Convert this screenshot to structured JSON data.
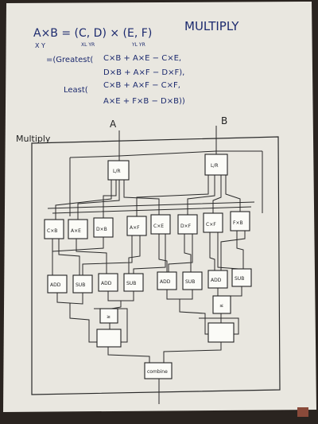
{
  "page_title": "MULTIPLY",
  "equation": {
    "line1": "A×B = (C, D) × (E, F)",
    "vars_under_ab": "X      Y",
    "vars_under_cd": "XL  YR",
    "vars_under_ef": "YL  YR",
    "greatest_open": "=(Greatest(",
    "g_top": "C×B + A×E − C×E,",
    "g_bottom": "D×B + A×F − D×F),",
    "least_open": "Least(",
    "l_top": "C×B + A×F − C×F,",
    "l_bottom": "A×E + F×B − D×B))"
  },
  "diagram": {
    "frame_label": "Multiply",
    "input_a": "A",
    "input_b": "B",
    "split_blocks": [
      "L/R",
      "L/R"
    ],
    "mult_blocks": [
      "C×B",
      "A×E",
      "D×B",
      "A×F",
      "C×E",
      "D×F",
      "C×F",
      "F×B"
    ],
    "addsub_blocks": [
      "ADD",
      "SUB",
      "ADD",
      "SUB",
      "ADD",
      "SUB",
      "ADD",
      "SUB"
    ],
    "mid_blocks": [
      "≥",
      "≤"
    ],
    "combine_block": "combine"
  }
}
